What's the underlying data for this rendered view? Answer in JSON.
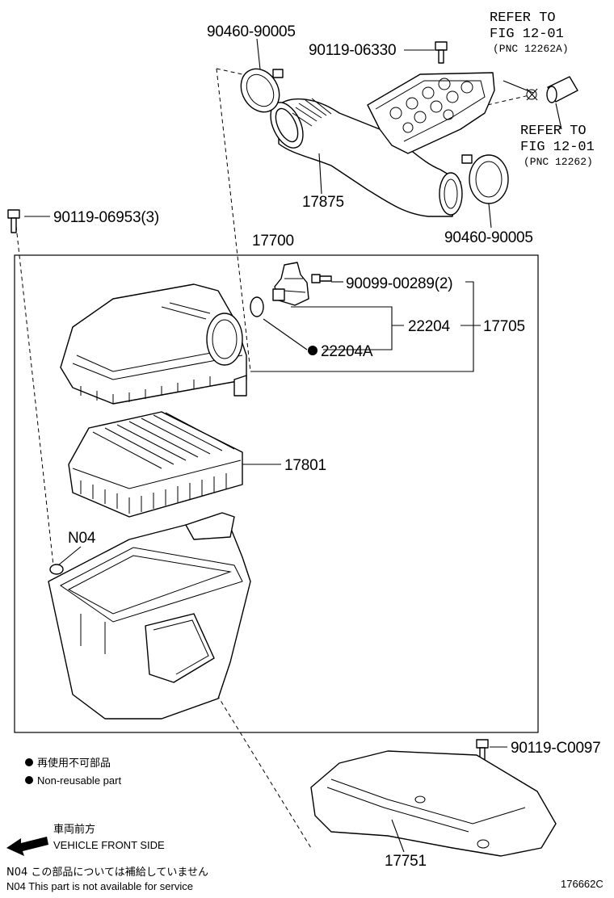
{
  "diagram_id": "176662C",
  "parts": {
    "clamp_top": "90460-90005",
    "clamp_right": "90460-90005",
    "bolt_top": "90119-06330",
    "bolt_left": "90119-06953(3)",
    "hose": "17875",
    "cleaner_assy": "17700",
    "screw_sensor": "90099-00289(2)",
    "sensor": "22204",
    "sensor_ring": "22204A",
    "cap_sub_assy": "17705",
    "filter_element": "17801",
    "grommet": "N04",
    "bolt_bottom": "90119-C0097",
    "guide": "17751"
  },
  "references": {
    "ref1": {
      "line1": "REFER TO",
      "line2": "FIG 12-01",
      "line3": "(PNC 12262A)"
    },
    "ref2": {
      "line1": "REFER TO",
      "line2": "FIG 12-01",
      "line3": "(PNC 12262)"
    }
  },
  "legend": {
    "jp": "再使用不可部品",
    "en": "Non-reusable part"
  },
  "front": {
    "jp": "車両前方",
    "en": "VEHICLE FRONT SIDE"
  },
  "notes": {
    "n04_jp": "N04  この部品については補給していません",
    "n04_en": "N04  This part is not available for service"
  }
}
